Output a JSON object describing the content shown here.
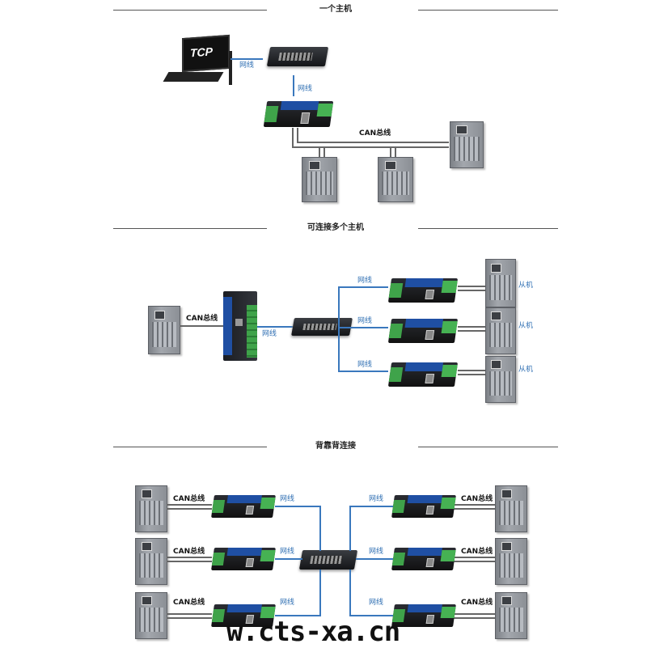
{
  "sections": [
    {
      "title": "一个主机"
    },
    {
      "title": "可连接多个主机"
    },
    {
      "title": "背靠背连接"
    }
  ],
  "labels": {
    "network_cable": "网线",
    "can_bus": "CAN总线",
    "slave": "从机",
    "pc_screen": "TCP"
  },
  "watermark": "w.cts-xa.cn",
  "colors": {
    "network_line": "#3a78bd",
    "can_line": "#666666"
  }
}
